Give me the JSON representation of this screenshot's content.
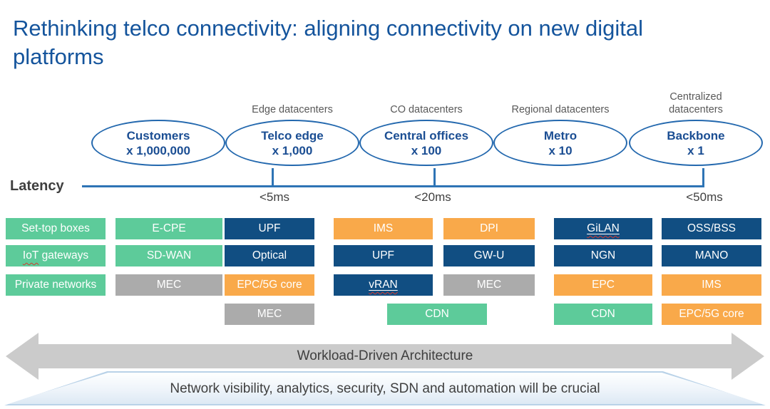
{
  "palette": {
    "green": "#5dcb9a",
    "navy": "#114e82",
    "orange": "#f9a94a",
    "gray": "#ababab",
    "line_blue": "#2e74b5",
    "title_blue": "#14549c",
    "ellipse_border": "#2368ae",
    "ellipse_text": "#1b4e93",
    "label_gray": "#595959",
    "text_dark": "#3f3f3f",
    "arrow_gray": "#cbcbcb",
    "banner_border_blue": "#b9d2e8"
  },
  "title": "Rethinking telco connectivity: aligning connectivity on new digital platforms",
  "tiers": [
    {
      "name": "Customers",
      "multiplier": "x 1,000,000",
      "datacenter_label": ""
    },
    {
      "name": "Telco edge",
      "multiplier": "x 1,000",
      "datacenter_label": "Edge datacenters"
    },
    {
      "name": "Central offices",
      "multiplier": "x 100",
      "datacenter_label": "CO datacenters"
    },
    {
      "name": "Metro",
      "multiplier": "x 10",
      "datacenter_label": "Regional datacenters"
    },
    {
      "name": "Backbone",
      "multiplier": "x 1",
      "datacenter_label": "Centralized datacenters"
    }
  ],
  "latency": {
    "label": "Latency",
    "ticks": [
      "<5ms",
      "<20ms",
      "<50ms"
    ]
  },
  "grid": {
    "boxes": [
      {
        "label": "Set-top boxes",
        "color": "green"
      },
      {
        "label": "E-CPE",
        "color": "green"
      },
      {
        "label": "UPF",
        "color": "navy"
      },
      {
        "label": "IMS",
        "color": "orange"
      },
      {
        "label": "DPI",
        "color": "orange"
      },
      {
        "label": "GiLAN",
        "color": "navy"
      },
      {
        "label": "OSS/BSS",
        "color": "navy"
      },
      {
        "label": "IoT gateways",
        "color": "green",
        "parts": [
          "IoT",
          " gateways"
        ]
      },
      {
        "label": "SD-WAN",
        "color": "green"
      },
      {
        "label": "Optical",
        "color": "navy"
      },
      {
        "label": "UPF",
        "color": "navy"
      },
      {
        "label": "GW-U",
        "color": "navy"
      },
      {
        "label": "NGN",
        "color": "navy"
      },
      {
        "label": "MANO",
        "color": "navy"
      },
      {
        "label": "Private networks",
        "color": "green"
      },
      {
        "label": "MEC",
        "color": "gray"
      },
      {
        "label": "EPC/5G core",
        "color": "orange"
      },
      {
        "label": "vRAN",
        "color": "navy"
      },
      {
        "label": "MEC",
        "color": "gray"
      },
      {
        "label": "EPC",
        "color": "orange"
      },
      {
        "label": "IMS",
        "color": "orange"
      },
      {
        "label": "MEC",
        "color": "gray"
      },
      {
        "label": "CDN",
        "color": "green"
      },
      {
        "label": "CDN",
        "color": "green"
      },
      {
        "label": "EPC/5G core",
        "color": "orange"
      }
    ]
  },
  "arrow": {
    "label": "Workload-Driven Architecture"
  },
  "footer": {
    "label": "Network visibility, analytics, security, SDN and automation will be crucial"
  }
}
